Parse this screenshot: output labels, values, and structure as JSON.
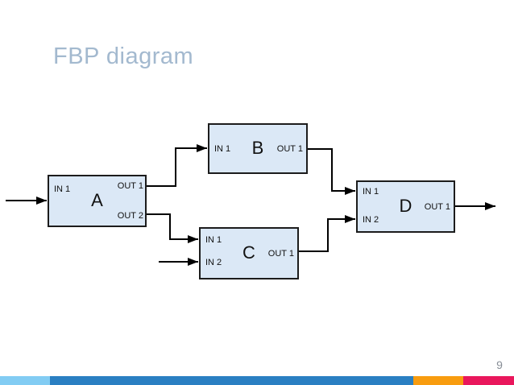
{
  "slide": {
    "title": "FBP diagram",
    "page_number": "9"
  },
  "diagram": {
    "nodes": [
      {
        "id": "A",
        "label": "A",
        "ports": {
          "in1": "IN 1",
          "out1": "OUT 1",
          "out2": "OUT 2"
        }
      },
      {
        "id": "B",
        "label": "B",
        "ports": {
          "in1": "IN 1",
          "out1": "OUT 1"
        }
      },
      {
        "id": "C",
        "label": "C",
        "ports": {
          "in1": "IN 1",
          "in2": "IN 2",
          "out1": "OUT 1"
        }
      },
      {
        "id": "D",
        "label": "D",
        "ports": {
          "in1": "IN 1",
          "in2": "IN 2",
          "out1": "OUT 1"
        }
      }
    ],
    "connections": [
      {
        "from": "external",
        "to": "A.IN 1"
      },
      {
        "from": "A.OUT 1",
        "to": "B.IN 1"
      },
      {
        "from": "A.OUT 2",
        "to": "C.IN 1"
      },
      {
        "from": "external",
        "to": "C.IN 2"
      },
      {
        "from": "B.OUT 1",
        "to": "D.IN 1"
      },
      {
        "from": "C.OUT 1",
        "to": "D.IN 2"
      },
      {
        "from": "D.OUT 1",
        "to": "external"
      }
    ]
  },
  "colors": {
    "title_text": "#a3b9cf",
    "node_fill": "#dbe8f6",
    "node_border": "#1c1c1c",
    "connector": "#000000",
    "page_number_text": "#878d96",
    "footer_bar": [
      "#82ccf3",
      "#2a7fc2",
      "#f89c0f",
      "#e9175c"
    ]
  }
}
